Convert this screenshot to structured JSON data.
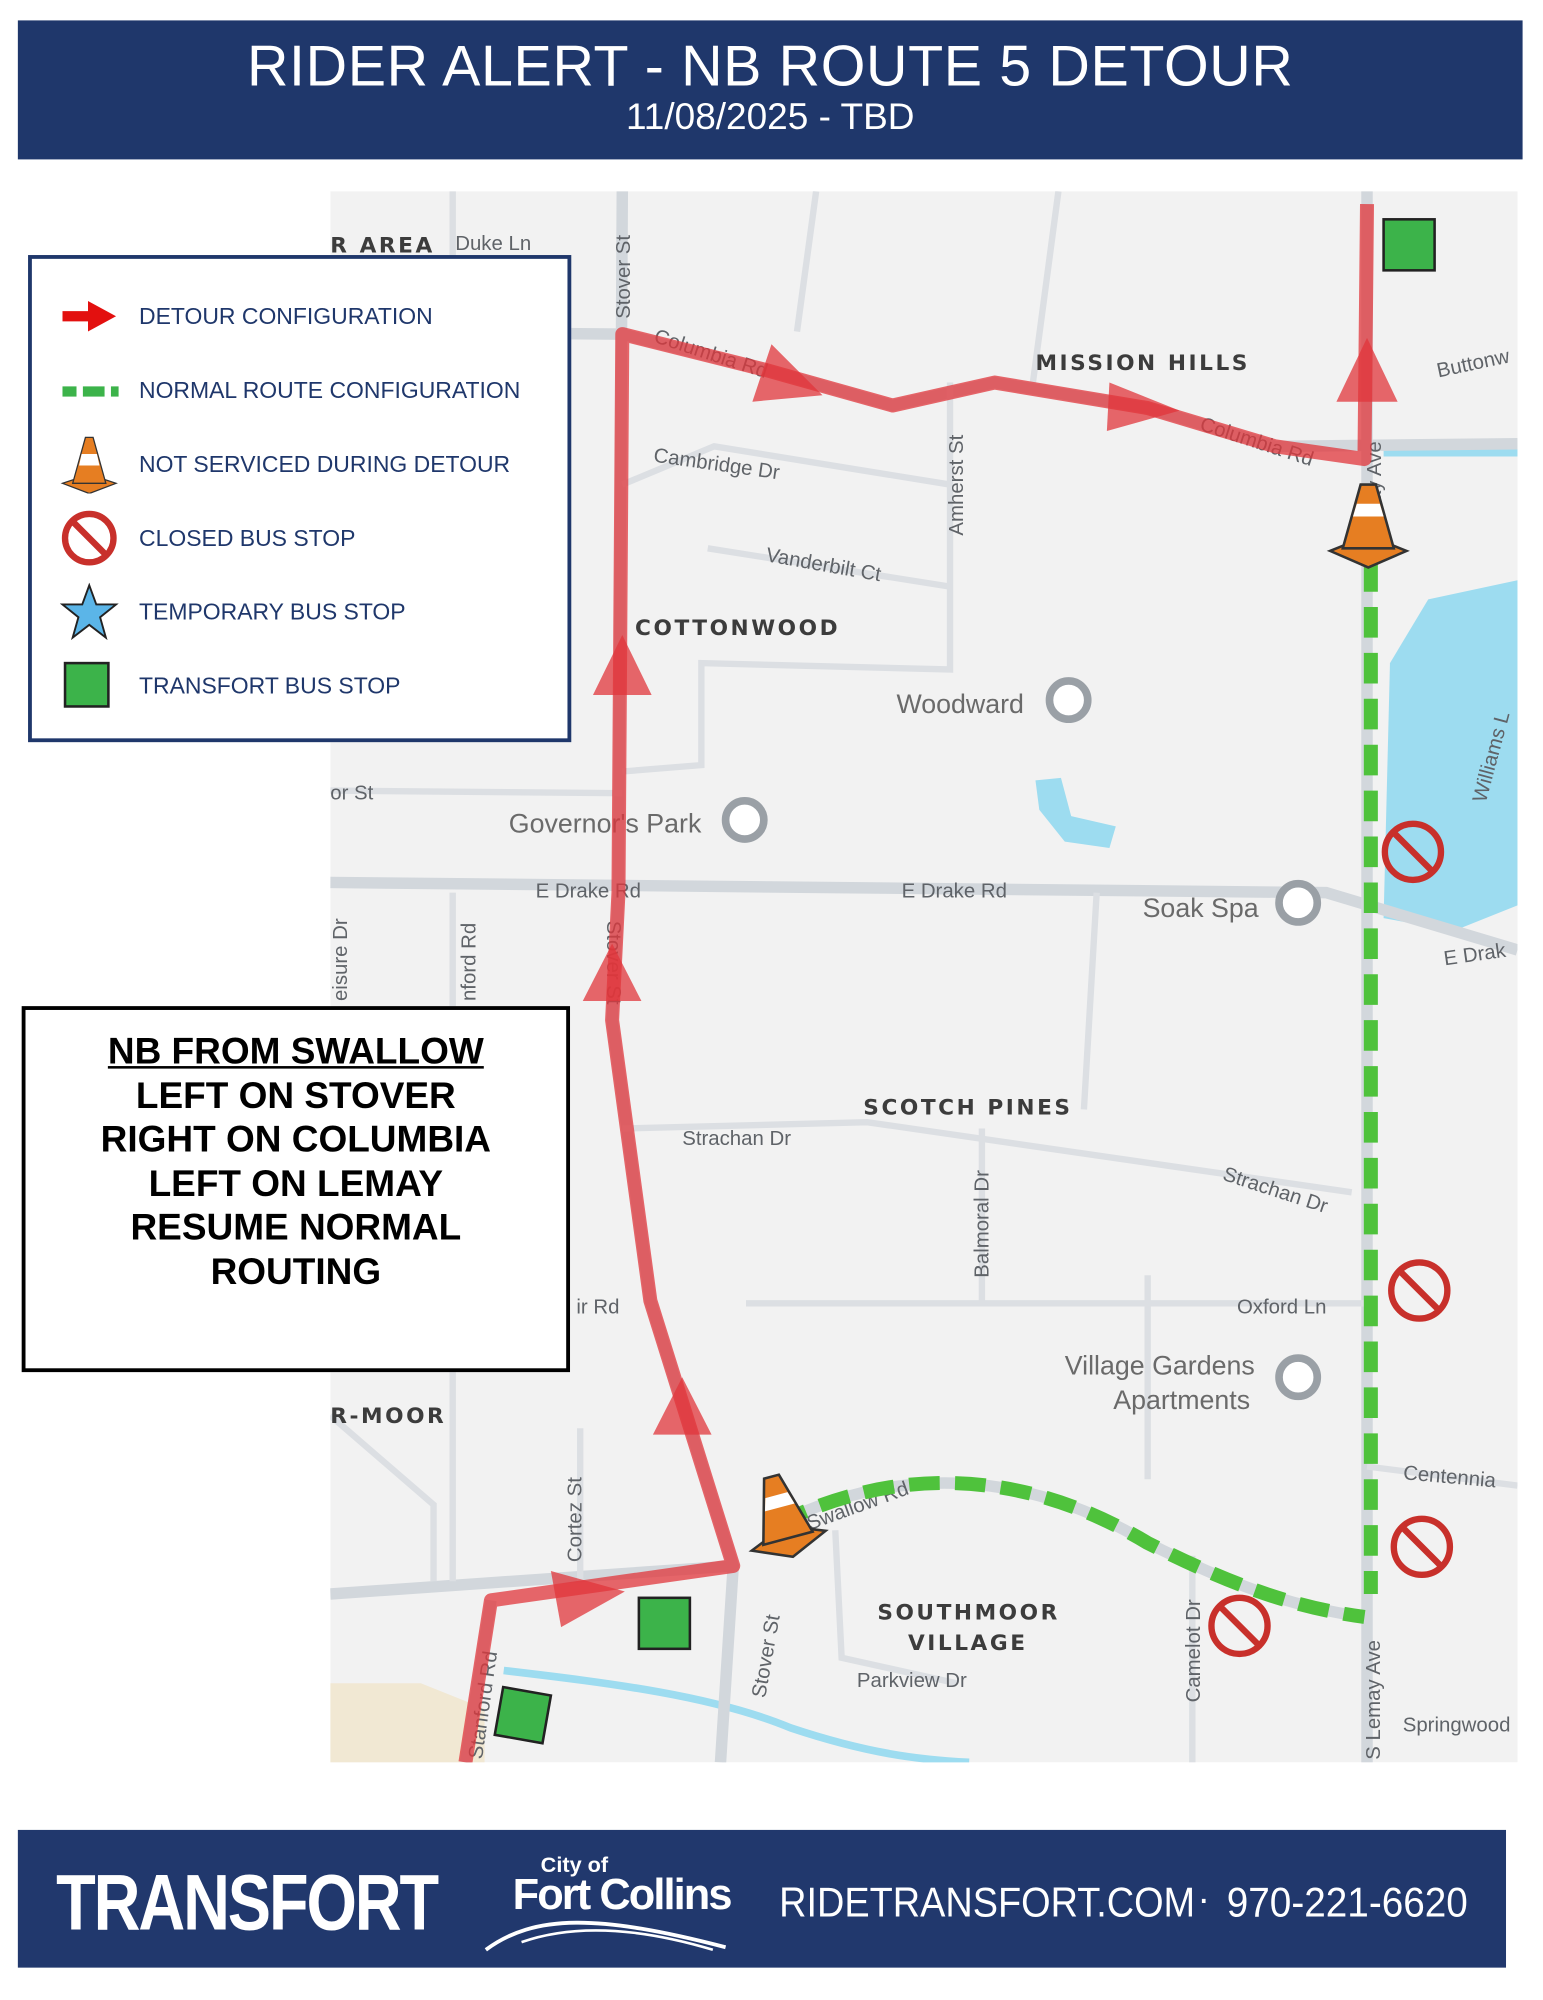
{
  "header": {
    "title": "RIDER ALERT - NB ROUTE 5 DETOUR",
    "dates": "11/08/2025 - TBD"
  },
  "legend": {
    "items": [
      {
        "icon": "red-arrow-icon",
        "label": "DETOUR CONFIGURATION"
      },
      {
        "icon": "green-dash-icon",
        "label": "NORMAL ROUTE CONFIGURATION"
      },
      {
        "icon": "traffic-cone-icon",
        "label": "NOT SERVICED DURING DETOUR"
      },
      {
        "icon": "closed-stop-icon",
        "label": "CLOSED BUS STOP"
      },
      {
        "icon": "star-icon",
        "label": "TEMPORARY BUS STOP"
      },
      {
        "icon": "green-square-icon",
        "label": "TRANSFORT BUS STOP"
      }
    ]
  },
  "instructions": {
    "lines": [
      "NB FROM SWALLOW",
      "LEFT ON STOVER",
      "RIGHT ON COLUMBIA",
      "LEFT ON LEMAY",
      "RESUME NORMAL",
      "ROUTING"
    ]
  },
  "map": {
    "areas": [
      "R AREA",
      "MISSION HILLS",
      "COTTONWOOD",
      "SCOTCH PINES",
      "R-MOOR",
      "SOUTHMOOR",
      "VILLAGE"
    ],
    "pois": [
      "Woodward",
      "Governor's Park",
      "Soak Spa",
      "Village Gardens",
      "Apartments",
      "Williams L"
    ],
    "streets": [
      "Duke Ln",
      "Stover St",
      "Columbia Rd",
      "Cambridge Dr",
      "Vanderbilt Ct",
      "Amherst St",
      "Columbia Rd",
      "Buttonw",
      "S Lemay Ave",
      "E Drake Rd",
      "E Drake Rd",
      "E Drak",
      "Stover St",
      "Strachan Dr",
      "Strachan Dr",
      "Balmoral Dr",
      "Oxford Ln",
      "Centennia",
      "Cortez St",
      "Stover St",
      "Stanford Rd",
      "Parkview Dr",
      "Camelot Dr",
      "S Lemay Ave",
      "Springwood",
      "or St",
      "eisure Dr",
      "nford Rd",
      "ir Rd",
      "Swallow Rd"
    ],
    "colors": {
      "detour": "#e0353b",
      "normal": "#4fc23c",
      "stop": "#3cb34a",
      "water": "#9ddcf0"
    }
  },
  "footer": {
    "brand": "TRANSFORT",
    "city_of": "City of",
    "city": "Fort Collins",
    "website": "RIDETRANSFORT.COM",
    "separator": "·",
    "phone": "970-221-6620"
  }
}
